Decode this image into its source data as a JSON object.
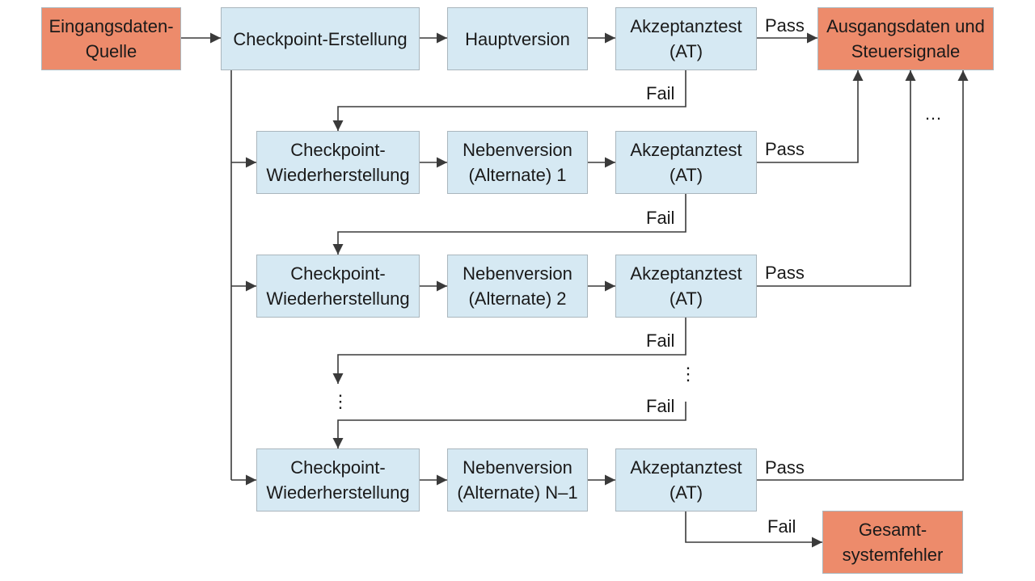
{
  "colors": {
    "process": "#d6e9f3",
    "terminal": "#ed8b6b",
    "line": "#3a3a3a"
  },
  "boxes": {
    "input_source": "Eingangsdaten-\nQuelle",
    "checkpoint_creation": "Checkpoint-Erstellung",
    "main_version": "Hauptversion",
    "acceptance_test": "Akzeptanztest\n(AT)",
    "output": "Ausgangsdaten und\nSteuersignale",
    "checkpoint_restore": "Checkpoint-\nWiederherstellung",
    "alternate_1": "Nebenversion\n(Alternate) 1",
    "alternate_2": "Nebenversion\n(Alternate) 2",
    "alternate_n1": "Nebenversion\n(Alternate) N–1",
    "total_failure": "Gesamt-\nsystemfehler"
  },
  "labels": {
    "pass": "Pass",
    "fail": "Fail",
    "ellipsis_h": "…",
    "ellipsis_v": "⋮"
  }
}
